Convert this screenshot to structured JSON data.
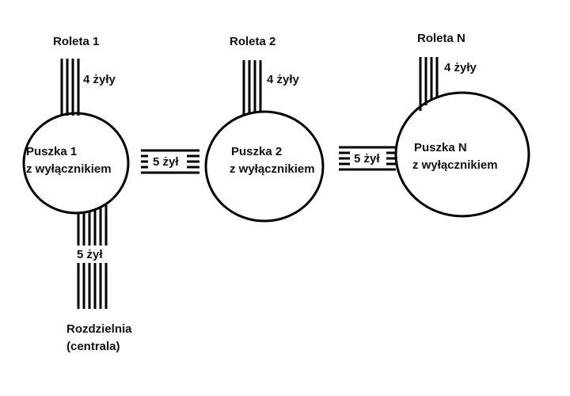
{
  "labels": {
    "roleta_1": "Roleta 1",
    "roleta_2": "Roleta 2",
    "roleta_n": "Roleta N",
    "wires_4_a": "4 żyły",
    "wires_4_b": "4 żyły",
    "wires_4_c": "4 żyły",
    "wires_5_a": "5 żył",
    "wires_5_b": "5 żył",
    "wires_5_c": "5 żył",
    "puszka_1_line1": "Puszka 1",
    "puszka_1_line2": "z wyłącznikiem",
    "puszka_2_line1": "Puszka 2",
    "puszka_2_line2": "z wyłącznikiem",
    "puszka_n_line1": "Puszka N",
    "puszka_n_line2": "z wyłącznikiem",
    "rozdzielnia_line1": "Rozdzielnia",
    "rozdzielnia_line2": "(centrala)"
  },
  "colors": {
    "ink": "#000000",
    "background": "#ffffff"
  }
}
